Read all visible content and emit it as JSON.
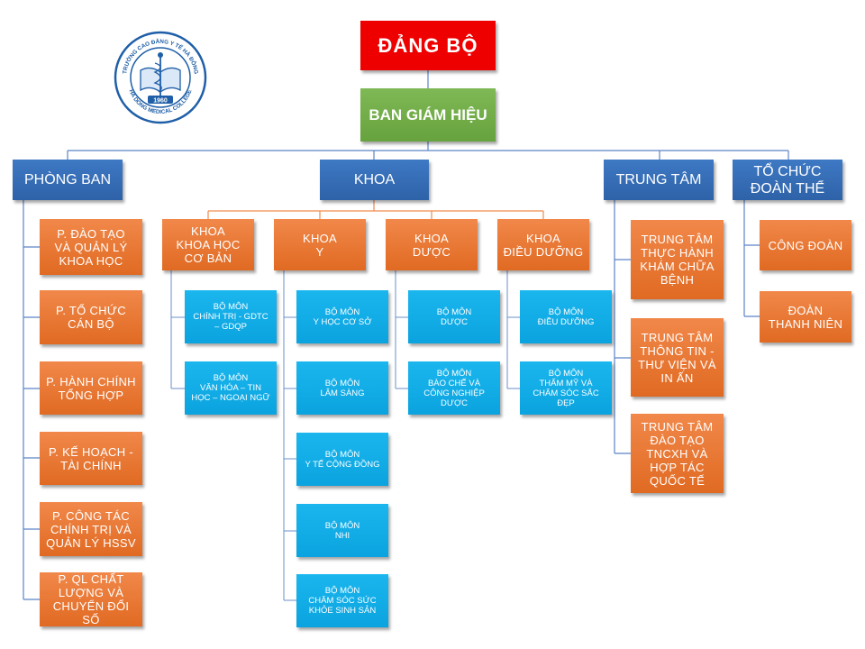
{
  "logo": {
    "arc_top": "TRƯỜNG CAO ĐẲNG Y TẾ HÀ ĐÔNG",
    "arc_bottom": "HA DONG MEDICAL COLLEGE",
    "year": "1960"
  },
  "party": "ĐẢNG BỘ",
  "board": "BAN GIÁM HIỆU",
  "groups": {
    "phong_ban": "PHÒNG BAN",
    "khoa": "KHOA",
    "trung_tam": "TRUNG TÂM",
    "to_chuc": "TỔ CHỨC\nĐOÀN THỂ"
  },
  "phong_ban_items": [
    "P. ĐÀO TẠO\nVÀ QUẢN LÝ\nKHOA HỌC",
    "P. TỔ CHỨC\nCÁN BỘ",
    "P. HÀNH CHÍNH\nTỔNG HỢP",
    "P. KẾ HOẠCH -\nTÀI CHÍNH",
    "P. CÔNG TÁC\nCHÍNH TRỊ VÀ\nQUẢN LÝ HSSV",
    "P. QL CHẤT\nLƯỢNG VÀ\nCHUYỂN ĐỔI SỐ"
  ],
  "khoa_items": [
    {
      "name": "KHOA\nKHOA HỌC\nCƠ BẢN",
      "bo_mon": [
        "BỘ MÔN\nCHÍNH TRỊ - GDTC\n– GDQP",
        "BỘ MÔN\nVĂN HÓA – TIN\nHỌC – NGOẠI NGỮ"
      ]
    },
    {
      "name": "KHOA\nY",
      "bo_mon": [
        "BỘ MÔN\nY HỌC CƠ SỞ",
        "BỘ MÔN\nLÂM SÀNG",
        "BỘ MÔN\nY TẾ CỘNG ĐỒNG",
        "BỘ MÔN\nNHI",
        "BỘ MÔN\nCHĂM SÓC SỨC\nKHỎE SINH SẢN"
      ]
    },
    {
      "name": "KHOA\nDƯỢC",
      "bo_mon": [
        "BỘ MÔN\nDƯỢC",
        "BỘ MÔN\nBÀO CHẾ VÀ\nCÔNG NGHIỆP\nDƯỢC"
      ]
    },
    {
      "name": "KHOA\nĐIỀU DƯỠNG",
      "bo_mon": [
        "BỘ MÔN\nĐIỀU DƯỠNG",
        "BỘ MÔN\nTHẨM MỸ VÀ\nCHĂM SÓC SẮC\nĐẸP"
      ]
    }
  ],
  "trung_tam_items": [
    "TRUNG TÂM\nTHỰC HÀNH\nKHÁM CHỮA\nBỆNH",
    "TRUNG TÂM\nTHÔNG TIN -\nTHƯ VIỆN VÀ\nIN ẤN",
    "TRUNG TÂM\nĐÀO TẠO\nTNCXH VÀ\nHỢP TÁC\nQUỐC TẾ"
  ],
  "to_chuc_items": [
    "CÔNG ĐOÀN",
    "ĐOÀN\nTHANH NIÊN"
  ],
  "colors": {
    "party": "#ee0000",
    "board": "#70ad47",
    "group": "#2f64aa",
    "unit": "#ed7d31",
    "bo_mon": "#0ea5e2",
    "connector_main": "#4472c4",
    "connector_khoa": "#ed7d31",
    "logo_blue": "#1f5fa8"
  }
}
